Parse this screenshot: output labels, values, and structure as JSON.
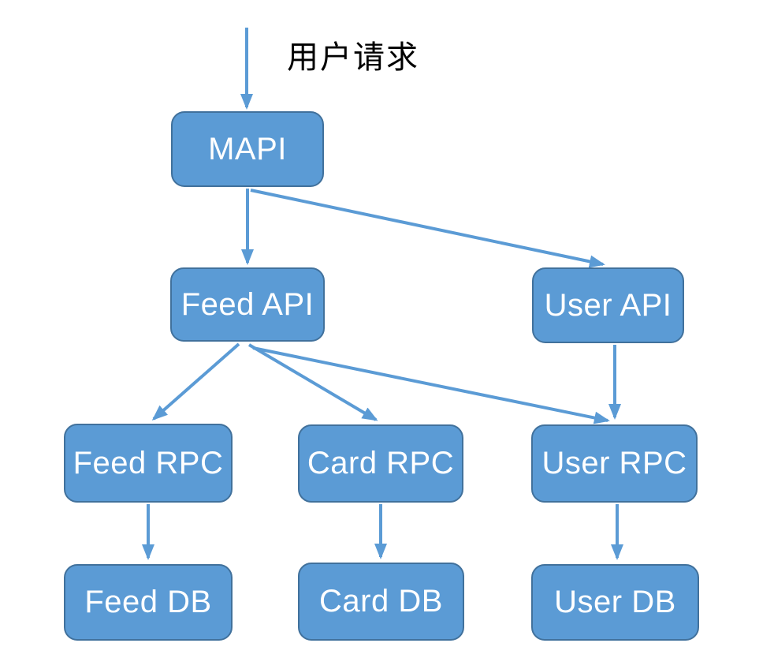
{
  "diagram": {
    "annotation": "用户请求",
    "colors": {
      "node_fill": "#5b9bd5",
      "node_border": "#41719c",
      "arrow": "#5b9bd5",
      "node_text": "#ffffff",
      "annotation_text": "#000000"
    },
    "nodes": {
      "mapi": {
        "label": "MAPI"
      },
      "feed_api": {
        "label": "Feed API"
      },
      "user_api": {
        "label": "User API"
      },
      "feed_rpc": {
        "label": "Feed RPC"
      },
      "card_rpc": {
        "label": "Card RPC"
      },
      "user_rpc": {
        "label": "User RPC"
      },
      "feed_db": {
        "label": "Feed DB"
      },
      "card_db": {
        "label": "Card DB"
      },
      "user_db": {
        "label": "User DB"
      }
    },
    "edges": [
      {
        "from": "用户请求",
        "to": "MAPI"
      },
      {
        "from": "MAPI",
        "to": "Feed API"
      },
      {
        "from": "MAPI",
        "to": "User API"
      },
      {
        "from": "Feed API",
        "to": "Feed RPC"
      },
      {
        "from": "Feed API",
        "to": "Card RPC"
      },
      {
        "from": "Feed API",
        "to": "User RPC"
      },
      {
        "from": "User API",
        "to": "User RPC"
      },
      {
        "from": "Feed RPC",
        "to": "Feed DB"
      },
      {
        "from": "Card RPC",
        "to": "Card DB"
      },
      {
        "from": "User RPC",
        "to": "User DB"
      }
    ]
  }
}
